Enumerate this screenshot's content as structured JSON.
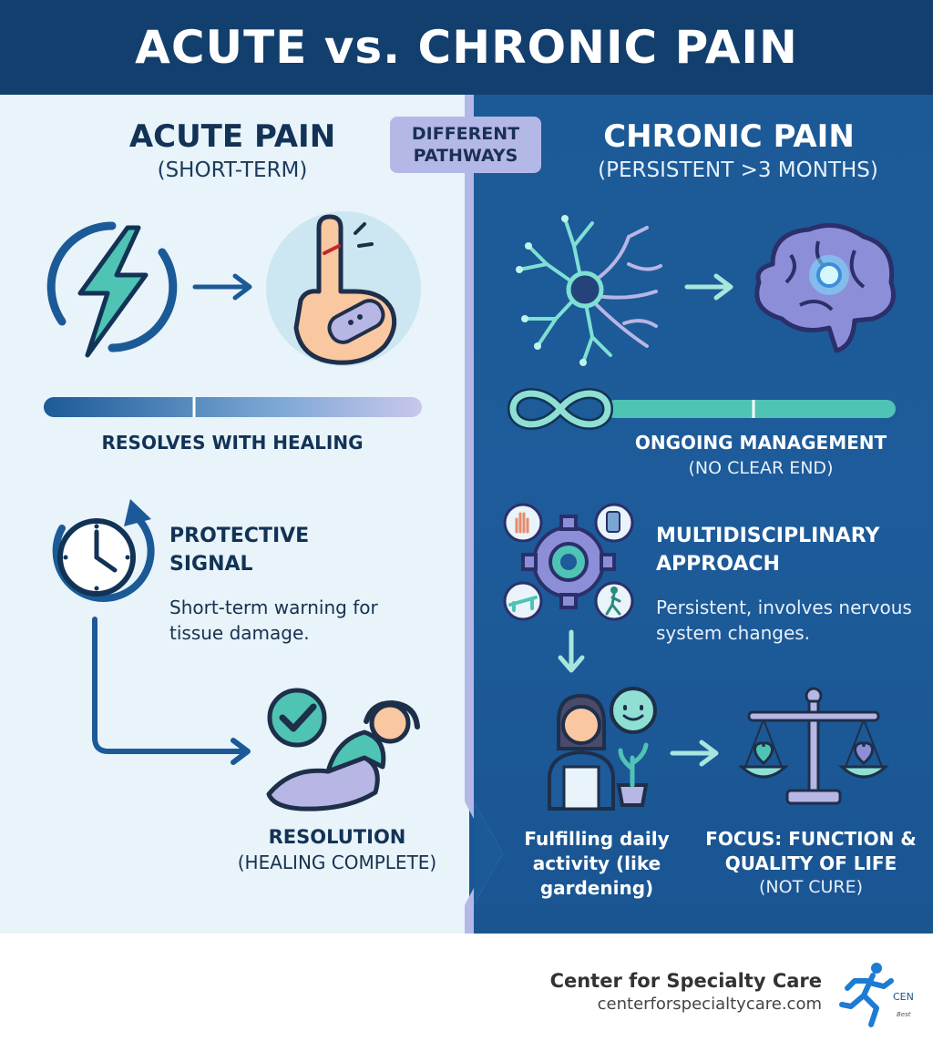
{
  "header": {
    "title": "ACUTE vs. CHRONIC PAIN"
  },
  "center_badge": {
    "line1": "DIFFERENT",
    "line2": "PATHWAYS"
  },
  "acute": {
    "title": "ACUTE PAIN",
    "subtitle": "(SHORT-TERM)",
    "bar_label": "RESOLVES WITH HEALING",
    "protective_title": "PROTECTIVE SIGNAL",
    "protective_text": "Short-term warning for tissue damage.",
    "resolution_title": "RESOLUTION",
    "resolution_sub": "(HEALING COMPLETE)"
  },
  "chronic": {
    "title": "CHRONIC PAIN",
    "subtitle": "(PERSISTENT >3 MONTHS)",
    "bar_label": "ONGOING MANAGEMENT",
    "bar_sub": "(NO CLEAR END)",
    "multi_title": "MULTIDISCIPLINARY APPROACH",
    "multi_text": "Persistent, involves nervous system changes.",
    "activity_text": "Fulfilling daily activity (like gardening)",
    "focus_title": "FOCUS: FUNCTION & QUALITY OF LIFE",
    "focus_sub": "(NOT CURE)"
  },
  "footer": {
    "name": "Center for Specialty Care",
    "url": "centerforspecialtycare.com",
    "logo_text": "CEN",
    "logo_tagline": "Best"
  },
  "icons": {
    "lightning": "lightning-bolt-icon",
    "finger": "injured-finger-icon",
    "neuron": "neuron-icon",
    "brain": "brain-icon",
    "infinity": "infinity-icon",
    "clock": "clock-cycle-icon",
    "gear": "gear-multidisciplinary-icon",
    "relax": "relaxed-person-icon",
    "gardener": "gardening-person-icon",
    "scale": "balance-scale-icon"
  },
  "colors": {
    "header_bg": "#123f6e",
    "left_bg": "#e8f3fa",
    "right_bg": "#1c5a97",
    "teal": "#4fc3b4",
    "lavender": "#b4b8e6"
  }
}
